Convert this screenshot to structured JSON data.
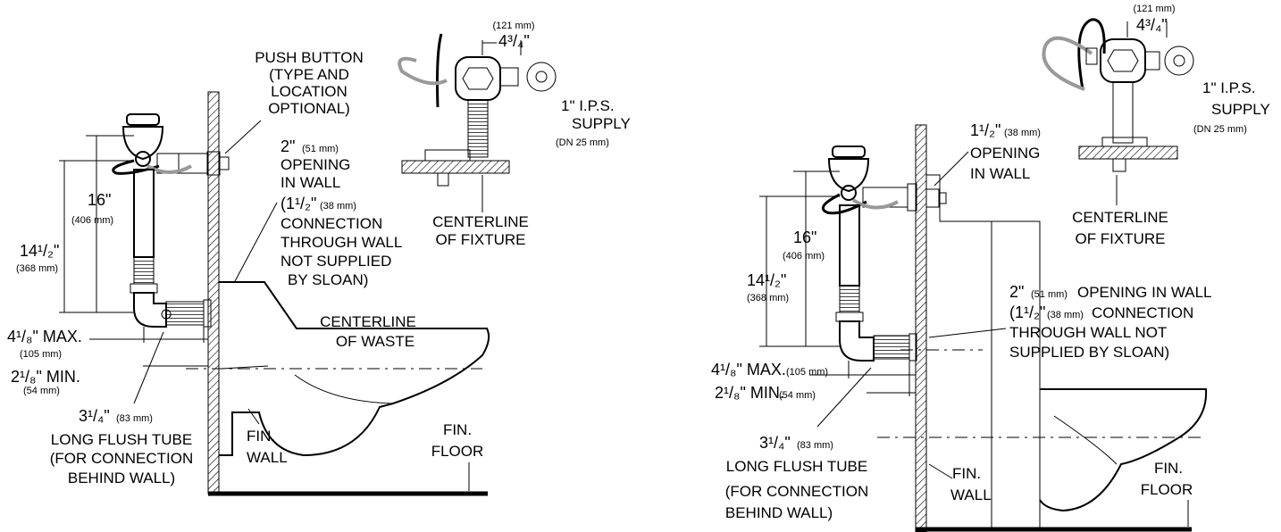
{
  "left": {
    "push_button": [
      "PUSH  BUTTON",
      "(TYPE  AND",
      "LOCATION",
      "OPTIONAL)"
    ],
    "dim_121": "(121 mm)",
    "dim_434": "4³/₄\"",
    "supply": [
      "1\"  I.P.S.",
      "SUPPLY",
      "(DN  25 mm)"
    ],
    "centerline_fixture": [
      "CENTERLINE",
      "OF  FIXTURE"
    ],
    "opening": [
      "2\"",
      "(51 mm)",
      "OPENING",
      "IN  WALL",
      "(1¹/₂\"",
      "(38 mm)",
      "CONNECTION",
      "THROUGH  WALL",
      "NOT  SUPPLIED",
      "BY  SLOAN)"
    ],
    "dim_16": "16\"",
    "dim_406": "(406 mm)",
    "dim_1412": "14¹/₂\"",
    "dim_368": "(368 mm)",
    "centerline_waste": [
      "CENTERLINE",
      "OF  WASTE"
    ],
    "max": "4¹/₈\" MAX.",
    "max_mm": "(105 mm)",
    "min": "2¹/₈\"  MIN.",
    "min_mm": "(54 mm)",
    "flush_tube": [
      "3¹/₄\"",
      "(83 mm)",
      "LONG FLUSH TUBE",
      "(FOR CONNECTION",
      "BEHIND WALL)"
    ],
    "fin_wall": [
      "FIN.",
      "WALL"
    ],
    "fin_floor": [
      "FIN.",
      "FLOOR"
    ]
  },
  "right": {
    "dim_121": "(121 mm)",
    "dim_434": "4³/₄\"",
    "supply": [
      "1\"  I.P.S.",
      "SUPPLY",
      "(DN  25 mm)"
    ],
    "opening_small": [
      "1¹/₂\"",
      "(38 mm)",
      "OPENING",
      "IN  WALL"
    ],
    "centerline_fixture": [
      "CENTERLINE",
      "OF  FIXTURE"
    ],
    "dim_16": "16\"",
    "dim_406": "(406 mm)",
    "dim_1412": "14¹/₂\"",
    "dim_368": "(368 mm)",
    "opening": [
      "2\"",
      "(51 mm)",
      "OPENING  IN  WALL",
      "(1¹/₂\"",
      "(38 mm)",
      "CONNECTION",
      "THROUGH  WALL  NOT",
      "SUPPLIED  BY  SLOAN)"
    ],
    "max": "4¹/₈\" MAX.",
    "max_mm": "(105 mm)",
    "min": "2¹/₈\"  MIN.",
    "min_mm": "(54 mm)",
    "flush_tube": [
      "3¹/₄\"",
      "(83 mm)",
      "LONG FLUSH TUBE",
      "(FOR CONNECTION",
      "BEHIND WALL)"
    ],
    "fin_wall": [
      "FIN.",
      "WALL"
    ],
    "fin_floor": [
      "FIN.",
      "FLOOR"
    ]
  }
}
